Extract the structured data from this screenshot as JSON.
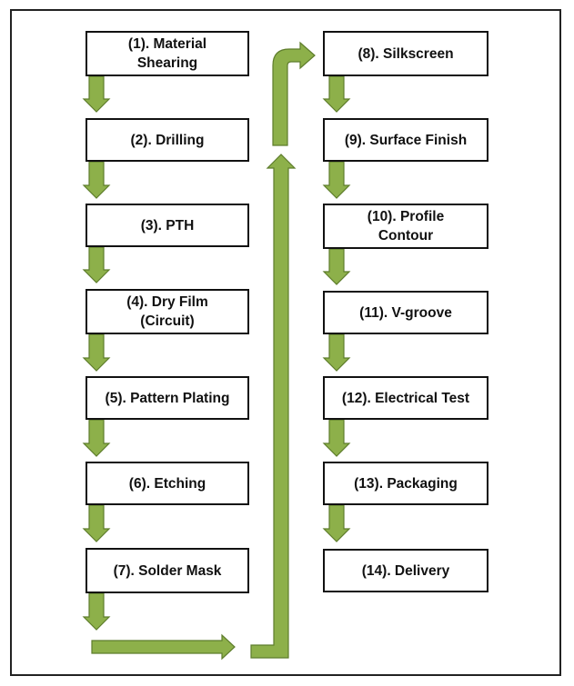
{
  "steps": [
    {
      "id": 1,
      "label": "(1). Material\nShearing"
    },
    {
      "id": 2,
      "label": "(2). Drilling"
    },
    {
      "id": 3,
      "label": "(3). PTH"
    },
    {
      "id": 4,
      "label": "(4). Dry Film\n(Circuit)"
    },
    {
      "id": 5,
      "label": "(5). Pattern Plating"
    },
    {
      "id": 6,
      "label": "(6). Etching"
    },
    {
      "id": 7,
      "label": "(7). Solder Mask"
    },
    {
      "id": 8,
      "label": "(8). Silkscreen"
    },
    {
      "id": 9,
      "label": "(9). Surface Finish"
    },
    {
      "id": 10,
      "label": "(10). Profile\nContour"
    },
    {
      "id": 11,
      "label": "(11). V-groove"
    },
    {
      "id": 12,
      "label": "(12). Electrical Test"
    },
    {
      "id": 13,
      "label": "(13). Packaging"
    },
    {
      "id": 14,
      "label": "(14). Delivery"
    }
  ],
  "colors": {
    "arrow_fill": "#8db04a",
    "arrow_stroke": "#5e7d2c",
    "box_border": "#111111"
  }
}
